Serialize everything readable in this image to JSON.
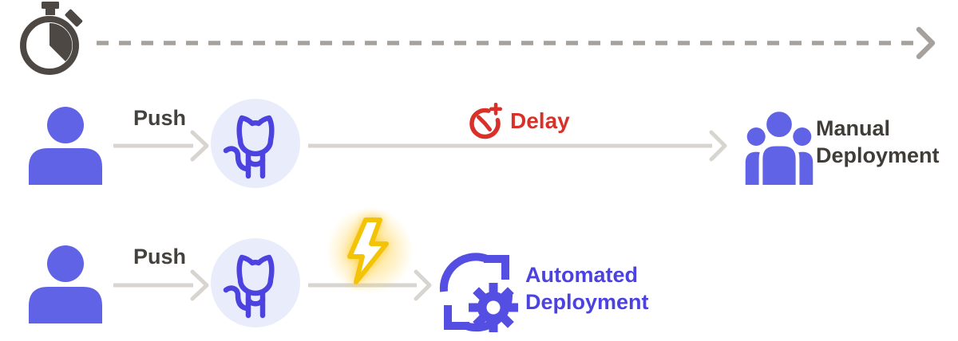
{
  "diagram": {
    "description": "Comparison of manual vs automated deployment after a code push",
    "timeline": {
      "icon": "stopwatch-icon",
      "arrow_style": "dashed"
    },
    "manual_flow": {
      "actor_icon": "person-icon",
      "push_label": "Push",
      "repo_icon": "github-octocat-icon",
      "delay_icon": "clock-plus-icon",
      "delay_label": "Delay",
      "team_icon": "team-people-icon",
      "result_line1": "Manual",
      "result_line2": "Deployment"
    },
    "automated_flow": {
      "actor_icon": "person-icon",
      "push_label": "Push",
      "repo_icon": "github-octocat-icon",
      "trigger_icon": "lightning-bolt-icon",
      "automation_icon": "sync-gear-icon",
      "result_line1": "Automated",
      "result_line2": "Deployment"
    },
    "colors": {
      "primary_blue": "#6063e6",
      "accent_indigo": "#4b42e0",
      "icon_circle_bg": "#e9ecfa",
      "delay_red": "#d9302a",
      "bolt_yellow": "#f2c306",
      "arrow_gray": "#d8d5d1",
      "dash_gray": "#a6a19c",
      "text_dark": "#403c37",
      "stopwatch_gray": "#4d4843"
    }
  }
}
